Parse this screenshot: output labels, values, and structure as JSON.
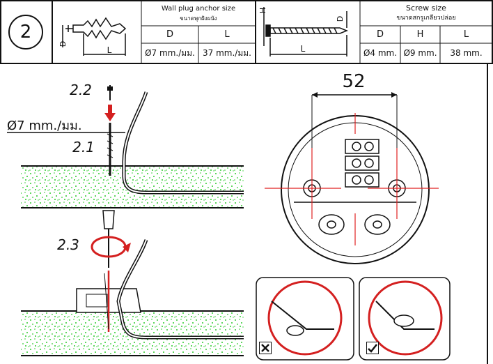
{
  "step_number": "2",
  "wall_plug": {
    "title": "Wall plug anchor size",
    "title_th": "ขนาดพุกฝังผนัง",
    "col_d": "D",
    "col_l": "L",
    "val_d": "Ø7 mm./มม.",
    "val_l": "37 mm./มม.",
    "diagram_d": "D",
    "diagram_l": "L"
  },
  "screw": {
    "title": "Screw size",
    "title_th": "ขนาดสกรูเกลียวปล่อย",
    "col_d": "D",
    "col_h": "H",
    "col_l": "L",
    "val_d": "Ø4 mm.",
    "val_h": "Ø9 mm.",
    "val_l": "38 mm.",
    "diagram_h": "H",
    "diagram_d": "D",
    "diagram_l": "L"
  },
  "steps": {
    "s22": "2.2",
    "s21": "2.1",
    "s23": "2.3",
    "drill_size": "Ø7 mm./มม."
  },
  "spacing": "52",
  "colors": {
    "arrow": "#d42020",
    "line": "#111111",
    "concrete": "#2ecc2e",
    "bad": "#d42020",
    "guide": "#e02020"
  },
  "icons": [
    "cross-mark-icon",
    "check-mark-icon"
  ]
}
